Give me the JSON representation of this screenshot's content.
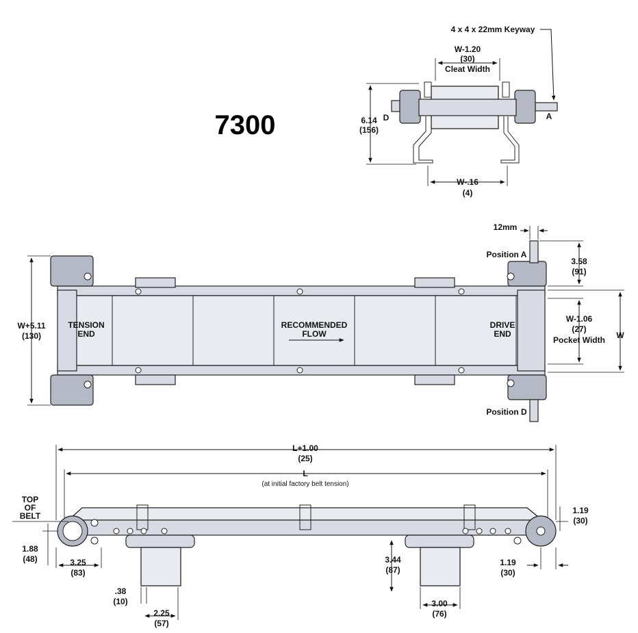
{
  "model": "7300",
  "end_view": {
    "keyway": "4 x 4 x 22mm Keyway",
    "cleat_width": [
      "W-1.20",
      "(30)",
      "Cleat Width"
    ],
    "height": [
      "6.14",
      "(156)"
    ],
    "foot_width": [
      "W-.16",
      "(4)"
    ],
    "label_d": "D",
    "label_a": "A"
  },
  "top_view": {
    "shaft": "12mm",
    "position_a": "Position A",
    "position_d": "Position D",
    "shaft_len": [
      "3.58",
      "(91)"
    ],
    "overall_width": [
      "W+5.11",
      "(130)"
    ],
    "pocket_width": [
      "W-1.06",
      "(27)",
      "Pocket Width"
    ],
    "belt_width": "W",
    "tension_end": [
      "TENSION",
      "END"
    ],
    "drive_end": [
      "DRIVE",
      "END"
    ],
    "flow": [
      "RECOMMENDED",
      "FLOW"
    ]
  },
  "side_view": {
    "overall_length": [
      "L+1.00",
      "(25)"
    ],
    "length": [
      "L",
      "(at initial factory belt tension)"
    ],
    "top_of_belt": [
      "TOP",
      "OF",
      "BELT"
    ],
    "d_1_88": [
      "1.88",
      "(48)"
    ],
    "d_3_25": [
      "3.25",
      "(83)"
    ],
    "d_0_38": [
      ".38",
      "(10)"
    ],
    "d_2_25": [
      "2.25",
      "(57)"
    ],
    "d_3_44": [
      "3.44",
      "(87)"
    ],
    "d_3_00": [
      "3.00",
      "(76)"
    ],
    "d_1_19_top": [
      "1.19",
      "(30)"
    ],
    "d_1_19_bot": [
      "1.19",
      "(30)"
    ]
  }
}
